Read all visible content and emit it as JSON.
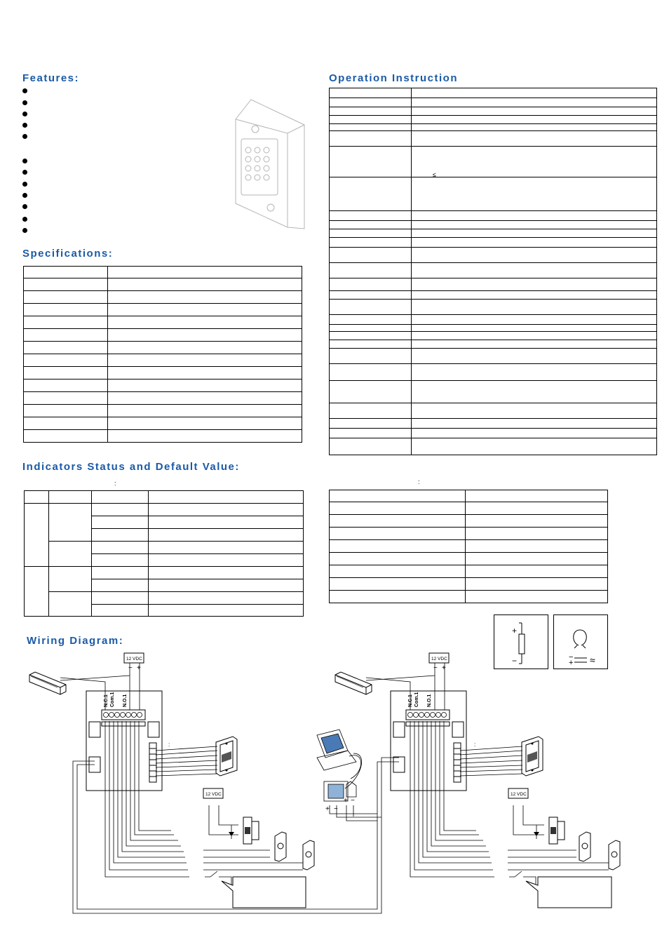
{
  "headings": {
    "features": "Features:",
    "operation": "Operation Instruction",
    "specifications": "Specifications:",
    "indicators": "Indicators Status and Default Value:",
    "wiring": "Wiring Diagram:"
  },
  "indicators_note_left": ":",
  "indicators_note_right": ":",
  "operation_le_symbol": "≤",
  "device_labels": {
    "power_left": "12 VDC",
    "power_right": "12 VDC",
    "power_lock_left": "12 VDC",
    "power_lock_right": "12 VDC",
    "terminal_nc": "N.C.1",
    "terminal_com": "Com.1",
    "terminal_no": "N.O.1",
    "minus": "−",
    "plus": "+",
    "reader_colon": ":"
  },
  "legend": {
    "diode_plus": "+",
    "diode_minus": "−",
    "ac_minus": "−",
    "ac_plus": "+",
    "ac_symbol": "≈"
  },
  "colors": {
    "heading": "#1a5aa6",
    "line": "#000000",
    "device_outline": "#999999"
  }
}
